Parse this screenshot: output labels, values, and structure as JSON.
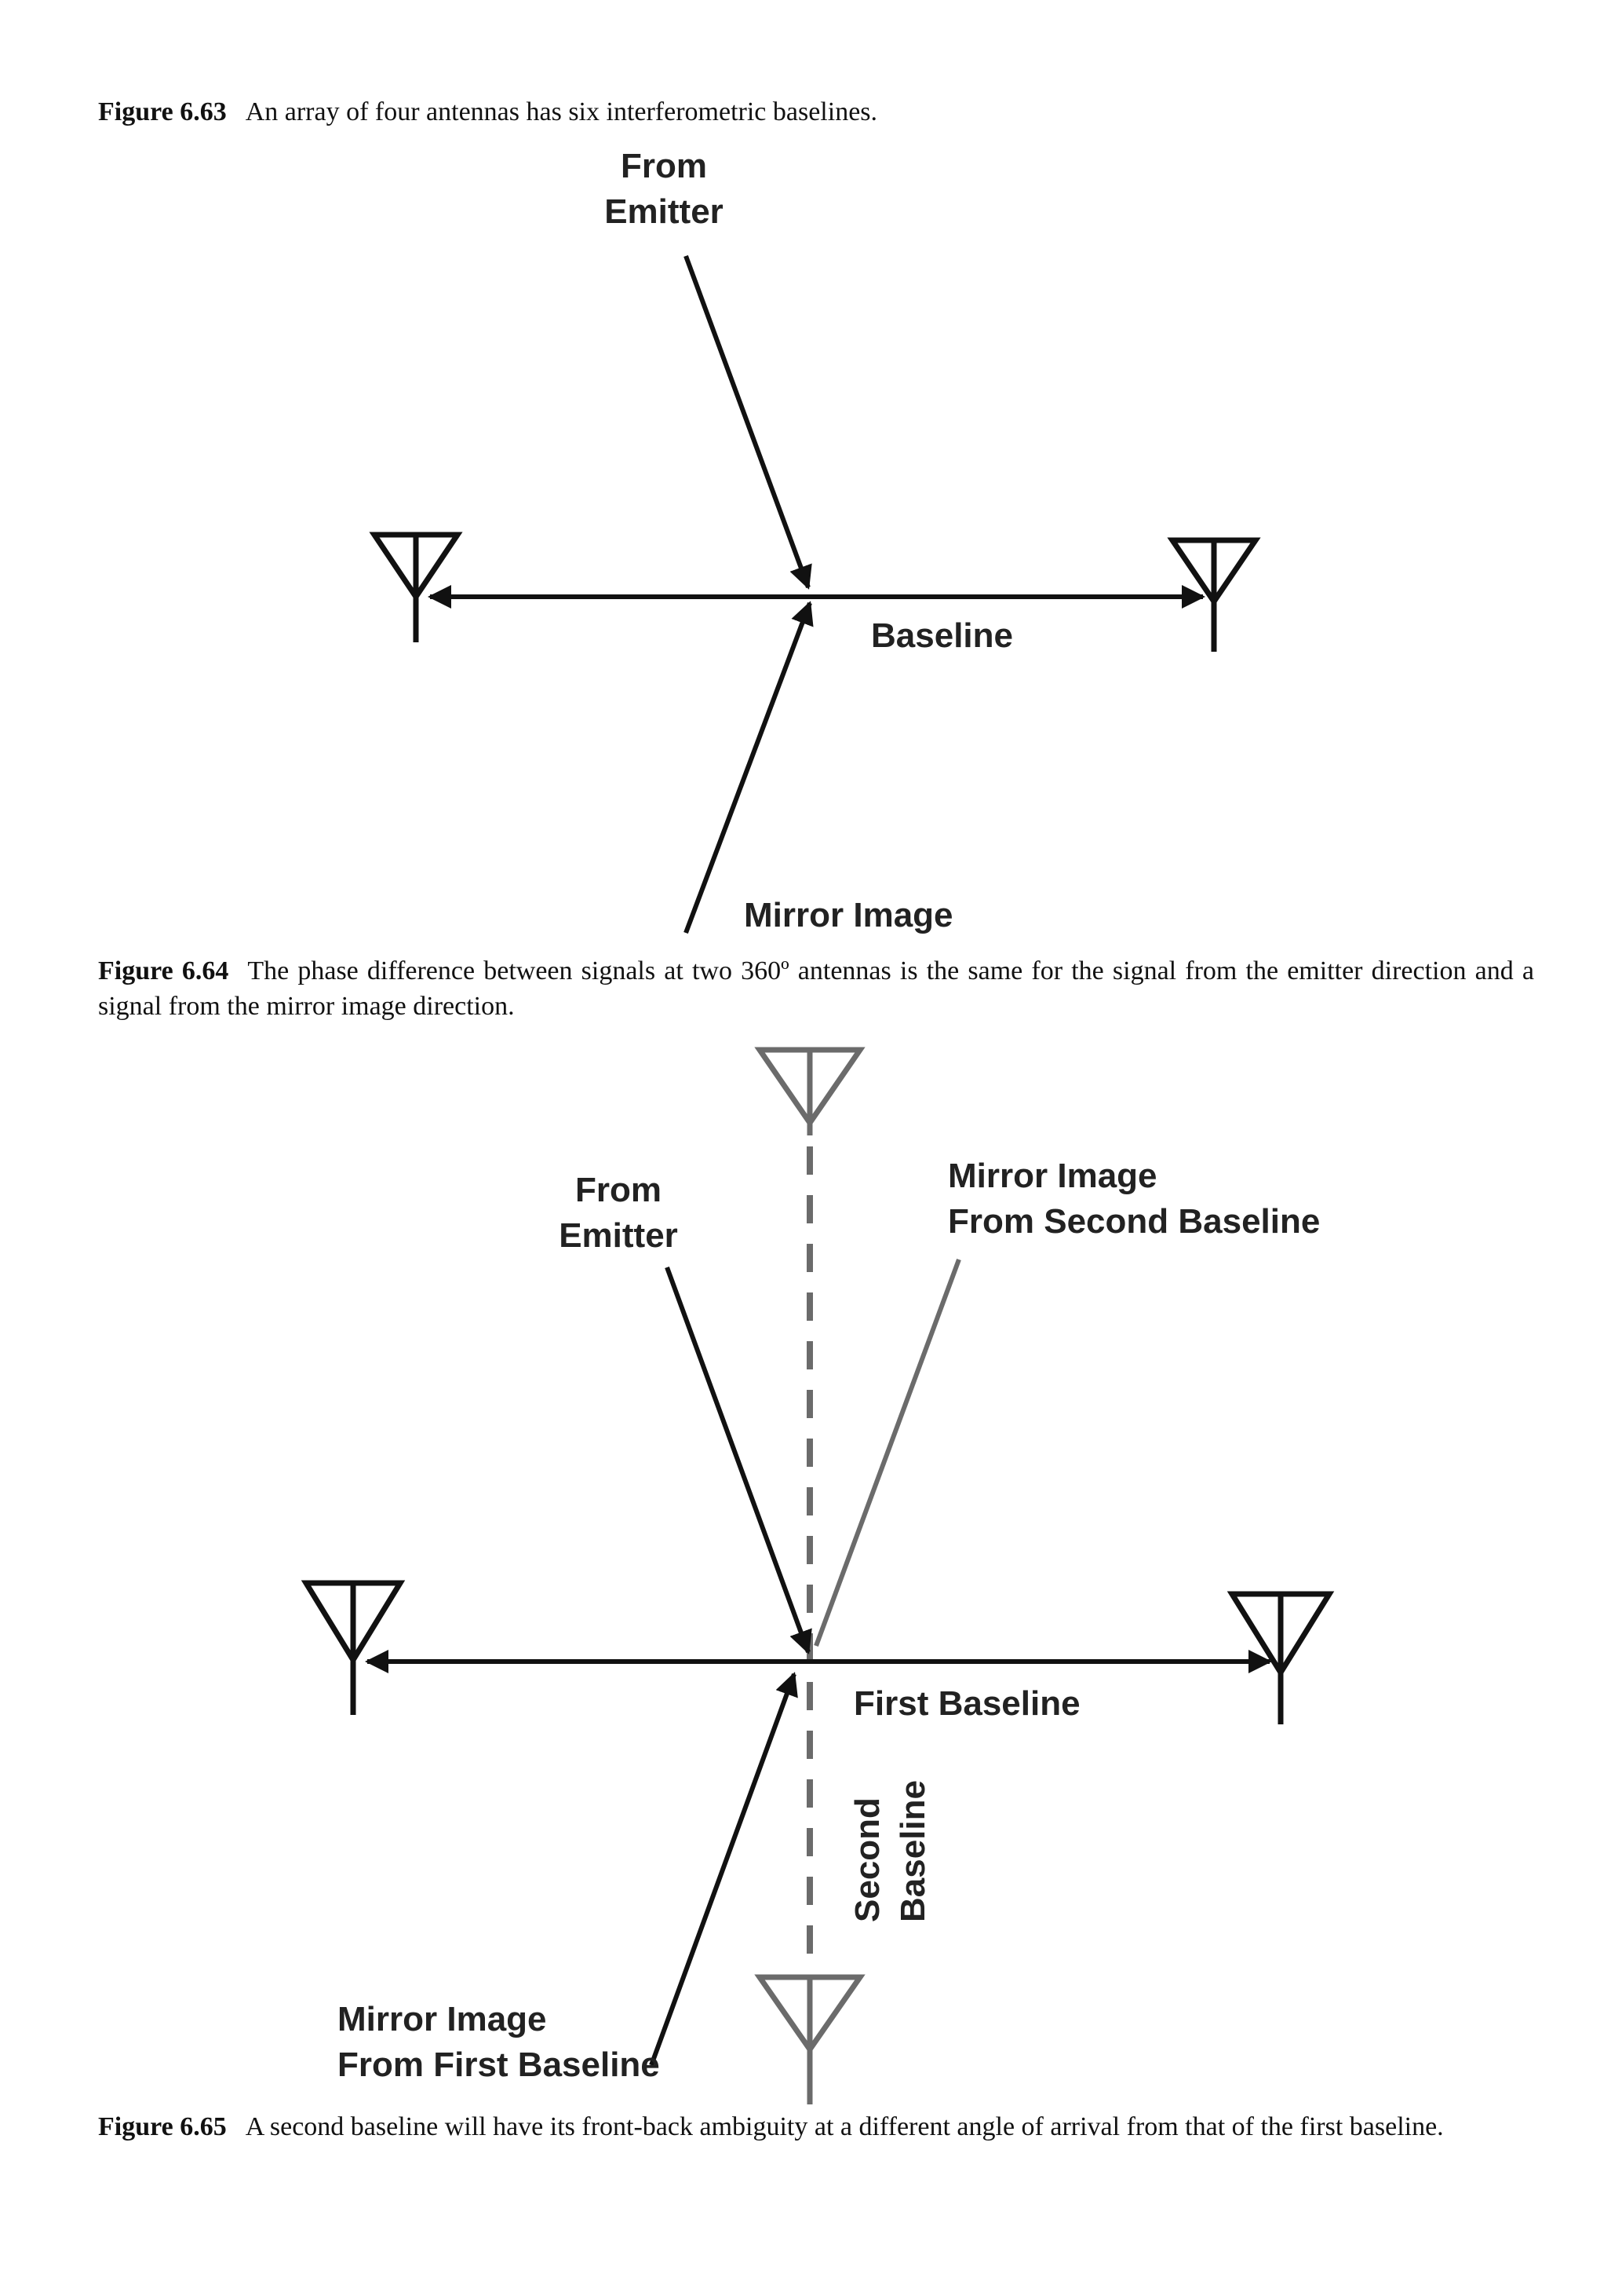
{
  "captions": {
    "fig_6_63": {
      "number": "Figure 6.63",
      "text": "An array of four antennas has six interferometric baselines."
    },
    "fig_6_64": {
      "number": "Figure 6.64",
      "text": "The phase difference between signals at two 360º antennas is the same for the signal from the emitter direction and a signal from the mirror image direction."
    },
    "fig_6_65": {
      "number": "Figure 6.65",
      "text": "A second baseline will have its front-back ambiguity at a different angle of arrival from that of the first baseline."
    }
  },
  "diagram1": {
    "from_emitter_line1": "From",
    "from_emitter_line2": "Emitter",
    "baseline": "Baseline",
    "mirror_image": "Mirror Image"
  },
  "diagram2": {
    "from_emitter_line1": "From",
    "from_emitter_line2": "Emitter",
    "mirror_second_line1": "Mirror Image",
    "mirror_second_line2": "From Second Baseline",
    "first_baseline": "First Baseline",
    "second_baseline_line1": "Second",
    "second_baseline_line2": "Baseline",
    "mirror_first_line1": "Mirror Image",
    "mirror_first_line2": "From First Baseline"
  },
  "colors": {
    "primary_line": "#111111",
    "secondary_line": "#6b6b6b"
  }
}
